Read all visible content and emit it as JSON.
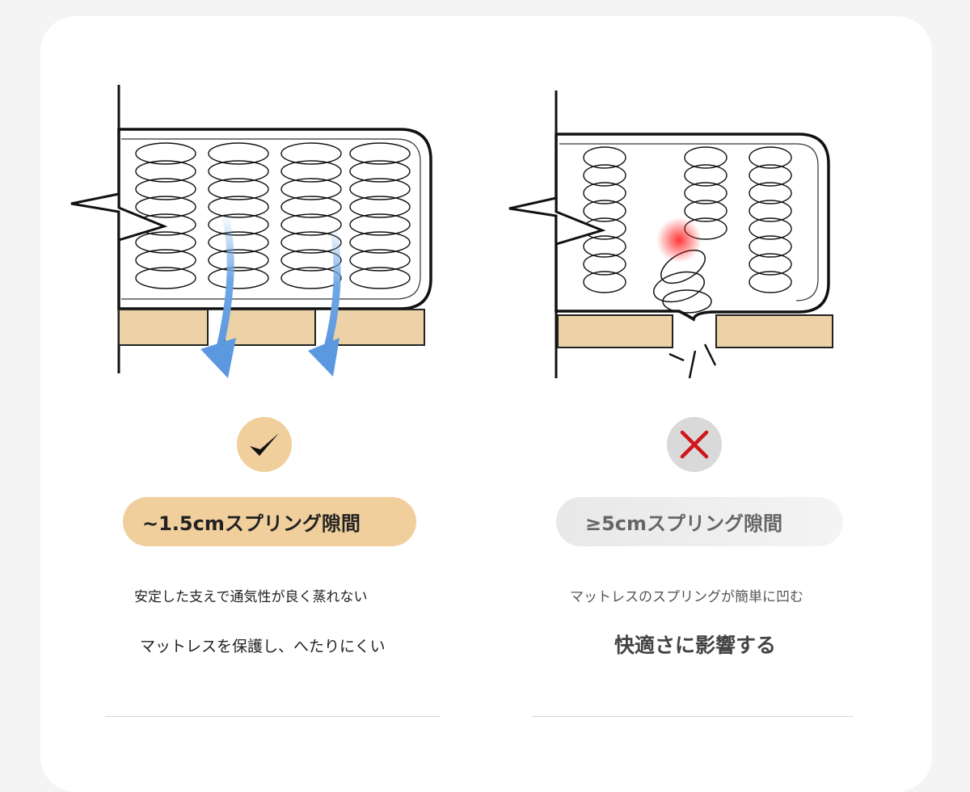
{
  "good": {
    "gap_label": "~1.5cmスプリング隙間",
    "line1": "安定した支えで通気性が良く蒸れない",
    "line2": "マットレスを保護し、へたりにくい",
    "icon": "checkmark-icon",
    "accent": "#f0cf9d"
  },
  "bad": {
    "gap_label": "≥5cmスプリング隙間",
    "line1": "マットレスのスプリングが簡単に凹む",
    "line2": "快適さに影響する",
    "icon": "cross-icon",
    "accent": "#d9d9d9",
    "cross_color": "#d0161b"
  }
}
